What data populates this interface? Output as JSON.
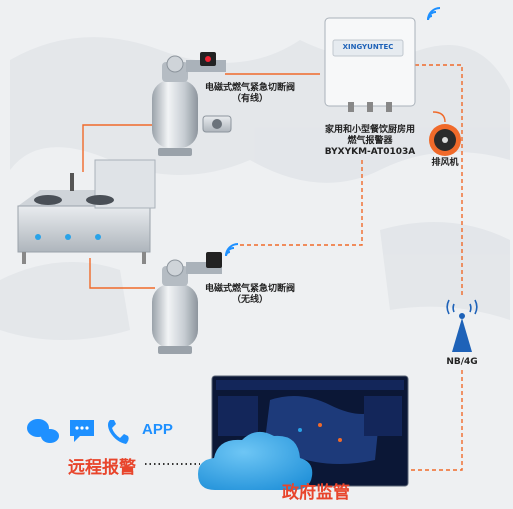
{
  "valve_wired": {
    "line1": "电磁式燃气紧急切断阀",
    "line2": "（有线）"
  },
  "valve_wireless": {
    "line1": "电磁式燃气紧急切断阀",
    "line2": "（无线）"
  },
  "alarm_device": {
    "screen_text": "XINGYUNTEC",
    "line1": "家用和小型餐饮厨房用",
    "line2": "燃气报警器",
    "model": "BYXYKM-AT0103A"
  },
  "exhaust_fan": {
    "label": "排风机"
  },
  "network": {
    "label": "NB/4G"
  },
  "app_row": {
    "app_label": "APP"
  },
  "remote_alarm": {
    "label": "远程报警"
  },
  "gov_monitor": {
    "label": "政府监管"
  },
  "colors": {
    "line": "#f06a2a",
    "accent": "#1e90ff",
    "cloud": "#2aa3e8",
    "title_red": "#e8452c"
  }
}
